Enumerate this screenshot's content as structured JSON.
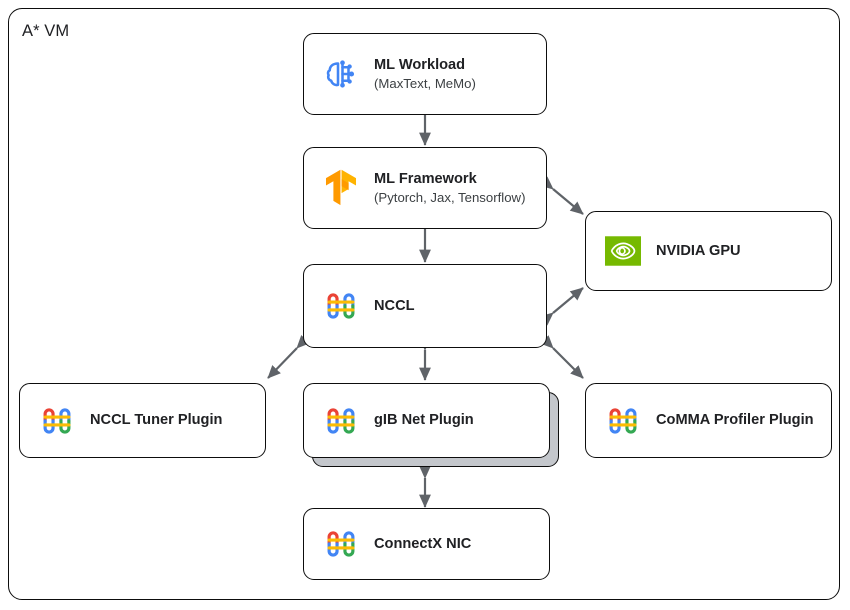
{
  "container": {
    "label": "A* VM",
    "name": "vm-container"
  },
  "colors": {
    "stroke": "#0d0d0d",
    "arrow": "#5f6368",
    "text": "#202124",
    "subtext": "#3c4043",
    "brain_blue": "#4285f4",
    "tf_orange": "#ff9a00",
    "nvidia_green": "#76b900",
    "google_red": "#ea4335",
    "google_blue": "#4285f4",
    "google_yellow": "#fbbc04",
    "google_green": "#34a853",
    "stack_gray": "#c4c7cc",
    "canvas_bg": "#ffffff"
  },
  "nodes": [
    {
      "id": "ml-workload",
      "title": "ML Workload",
      "subtitle": "(MaxText, MeMo)",
      "icon": "brain-circuit-icon"
    },
    {
      "id": "ml-framework",
      "title": "ML Framework",
      "subtitle": "(Pytorch, Jax, Tensorflow)",
      "icon": "tensorflow-icon"
    },
    {
      "id": "nccl",
      "title": "NCCL",
      "subtitle": "",
      "icon": "nccl-links-icon"
    },
    {
      "id": "nvidia-gpu",
      "title": "NVIDIA GPU",
      "subtitle": "",
      "icon": "nvidia-eye-icon"
    },
    {
      "id": "nccl-tuner-plugin",
      "title": "NCCL Tuner Plugin",
      "subtitle": "",
      "icon": "nccl-links-icon"
    },
    {
      "id": "gib-net-plugin",
      "title": "gIB Net Plugin",
      "subtitle": "",
      "icon": "nccl-links-icon"
    },
    {
      "id": "comma-profiler-plugin",
      "title": "CoMMA Profiler Plugin",
      "subtitle": "",
      "icon": "nccl-links-icon"
    },
    {
      "id": "connectx-nic",
      "title": "ConnectX NIC",
      "subtitle": "",
      "icon": "nccl-links-icon"
    }
  ],
  "connections": [
    {
      "from": "ml-workload",
      "to": "ml-framework",
      "style": "bidirectional-vertical"
    },
    {
      "from": "ml-framework",
      "to": "nccl",
      "style": "bidirectional-vertical"
    },
    {
      "from": "ml-framework",
      "to": "nvidia-gpu",
      "style": "bidirectional-diagonal"
    },
    {
      "from": "nccl",
      "to": "nvidia-gpu",
      "style": "bidirectional-diagonal"
    },
    {
      "from": "nccl",
      "to": "nccl-tuner-plugin",
      "style": "bidirectional-diagonal"
    },
    {
      "from": "nccl",
      "to": "gib-net-plugin",
      "style": "bidirectional-vertical"
    },
    {
      "from": "nccl",
      "to": "comma-profiler-plugin",
      "style": "bidirectional-diagonal"
    },
    {
      "from": "gib-net-plugin",
      "to": "connectx-nic",
      "style": "bidirectional-vertical"
    }
  ]
}
